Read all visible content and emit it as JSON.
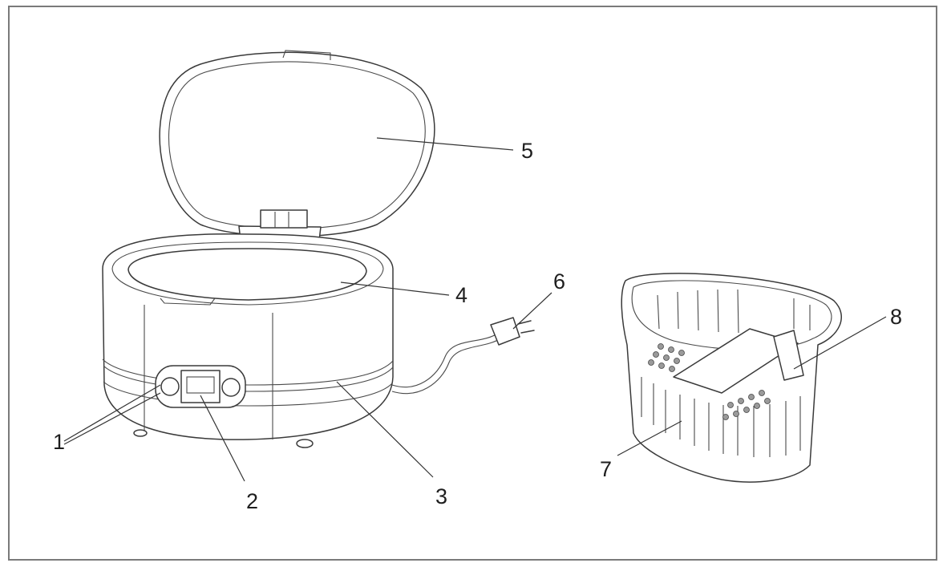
{
  "diagram": {
    "callouts": [
      {
        "id": "1",
        "label": "1"
      },
      {
        "id": "2",
        "label": "2"
      },
      {
        "id": "3",
        "label": "3"
      },
      {
        "id": "4",
        "label": "4"
      },
      {
        "id": "5",
        "label": "5"
      },
      {
        "id": "6",
        "label": "6"
      },
      {
        "id": "7",
        "label": "7"
      },
      {
        "id": "8",
        "label": "8"
      }
    ],
    "colors": {
      "line": "#3a3a3a",
      "border": "#7a7a7a",
      "background": "#ffffff"
    }
  }
}
